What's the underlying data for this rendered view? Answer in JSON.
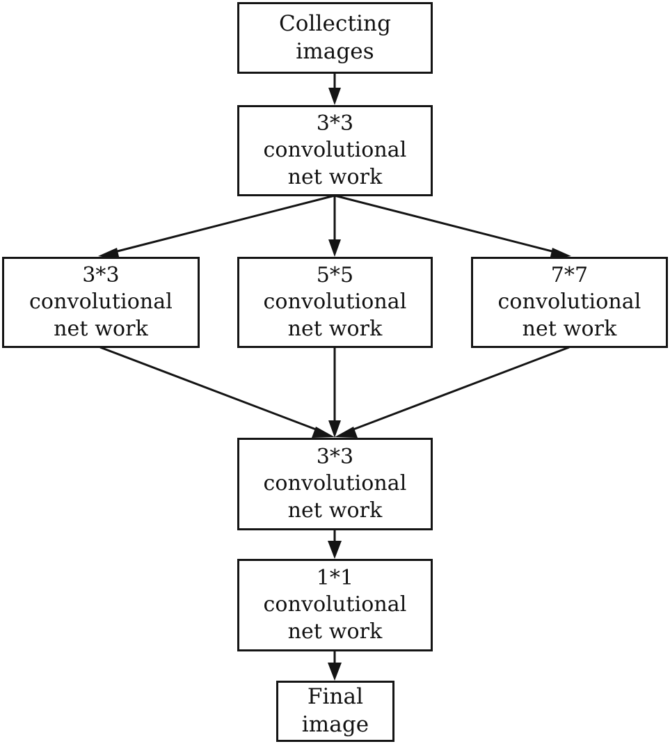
{
  "diagram": {
    "title": "CNN multi-scale convolution pipeline flowchart",
    "background_color": "#ffffff",
    "line_color": "#141414",
    "text_color": "#111111",
    "nodes": [
      {
        "id": "collect",
        "label": "Collecting images",
        "shape": "rectangle"
      },
      {
        "id": "conv3x3_top",
        "label": "3*3 convolutional\nnet work",
        "shape": "rectangle"
      },
      {
        "id": "conv3x3_left",
        "label": "3*3 convolutional\nnet work",
        "shape": "rectangle"
      },
      {
        "id": "conv5x5_mid",
        "label": "5*5 convolutional\nnet work",
        "shape": "rectangle"
      },
      {
        "id": "conv7x7_right",
        "label": "7*7 convolutional\nnet work",
        "shape": "rectangle"
      },
      {
        "id": "conv3x3_merge",
        "label": "3*3 convolutional\nnet work",
        "shape": "rectangle"
      },
      {
        "id": "conv1x1",
        "label": "1*1 convolutional\nnet work",
        "shape": "rectangle"
      },
      {
        "id": "final",
        "label": "Final image",
        "shape": "rectangle"
      }
    ],
    "edges": [
      {
        "from": "collect",
        "to": "conv3x3_top",
        "style": "straight-down"
      },
      {
        "from": "conv3x3_top",
        "to": "conv3x3_left",
        "style": "diagonal-left"
      },
      {
        "from": "conv3x3_top",
        "to": "conv5x5_mid",
        "style": "straight-down"
      },
      {
        "from": "conv3x3_top",
        "to": "conv7x7_right",
        "style": "diagonal-right"
      },
      {
        "from": "conv3x3_left",
        "to": "conv3x3_merge",
        "style": "diagonal-right"
      },
      {
        "from": "conv5x5_mid",
        "to": "conv3x3_merge",
        "style": "straight-down"
      },
      {
        "from": "conv7x7_right",
        "to": "conv3x3_merge",
        "style": "diagonal-left"
      },
      {
        "from": "conv3x3_merge",
        "to": "conv1x1",
        "style": "straight-down"
      },
      {
        "from": "conv1x1",
        "to": "final",
        "style": "straight-down"
      }
    ]
  }
}
